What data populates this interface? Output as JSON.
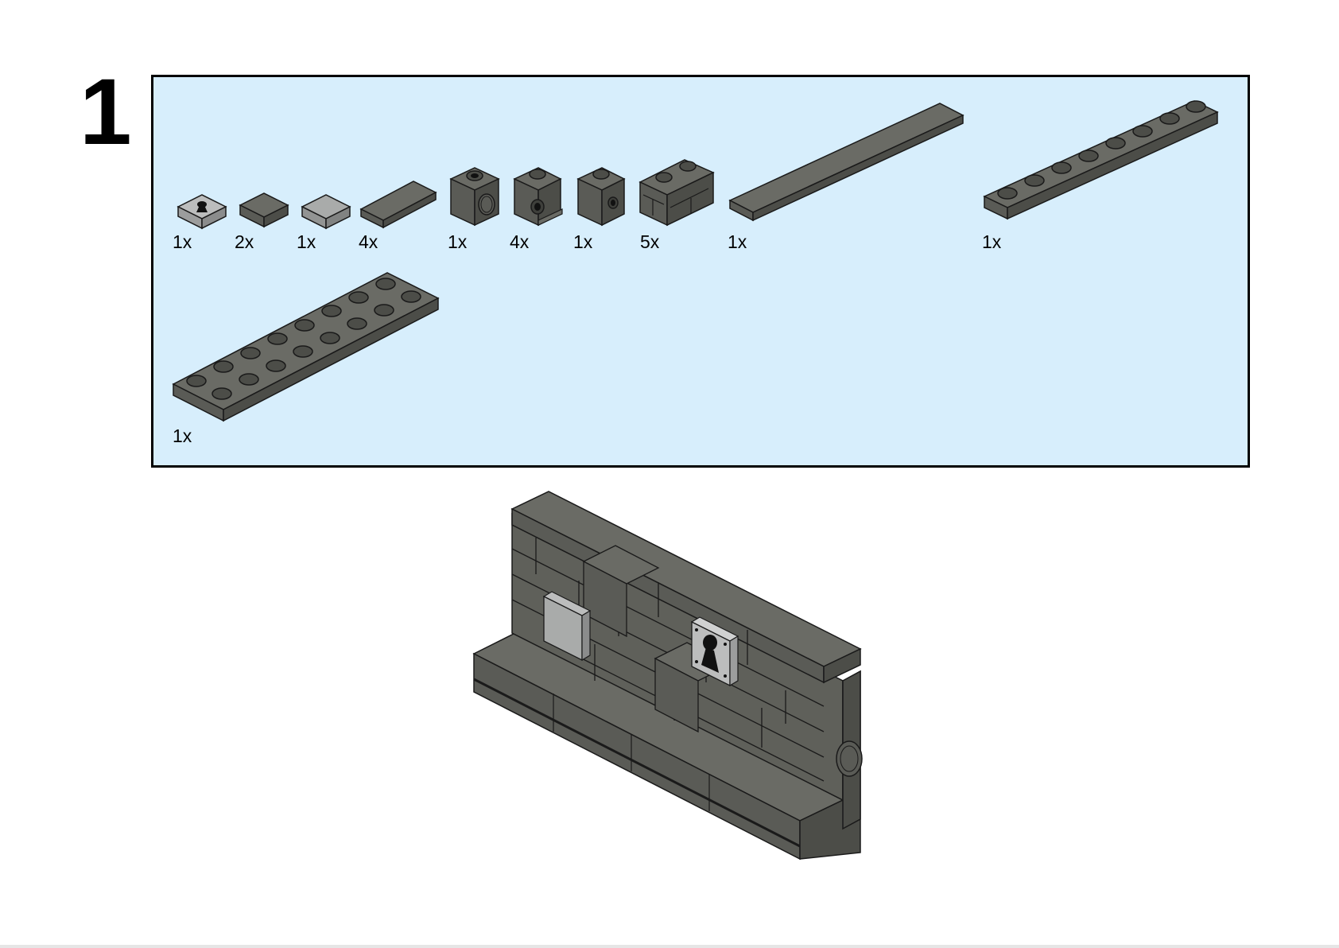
{
  "step": {
    "number": "1"
  },
  "colors": {
    "panel_bg": "#d7eefc",
    "brick_dark_gray": "#6a6b65",
    "brick_light_gray": "#a9abaa",
    "outline": "#1a1a1a"
  },
  "parts": [
    {
      "qty": "1x",
      "icon": "keyhole-tile-icon"
    },
    {
      "qty": "2x",
      "icon": "tile-1x1-dark-icon"
    },
    {
      "qty": "1x",
      "icon": "tile-1x1-light-icon"
    },
    {
      "qty": "4x",
      "icon": "tile-1x2-icon"
    },
    {
      "qty": "1x",
      "icon": "technic-brick-hole-icon"
    },
    {
      "qty": "4x",
      "icon": "brick-side-stud-icon"
    },
    {
      "qty": "1x",
      "icon": "technic-brick-small-hole-icon"
    },
    {
      "qty": "5x",
      "icon": "masonry-brick-1x2-icon"
    },
    {
      "qty": "1x",
      "icon": "tile-1x8-icon"
    },
    {
      "qty": "1x",
      "icon": "plate-1x8-icon"
    },
    {
      "qty": "1x",
      "icon": "plate-2x8-icon"
    }
  ],
  "model": {
    "icon": "assembled-wall-model-icon"
  }
}
